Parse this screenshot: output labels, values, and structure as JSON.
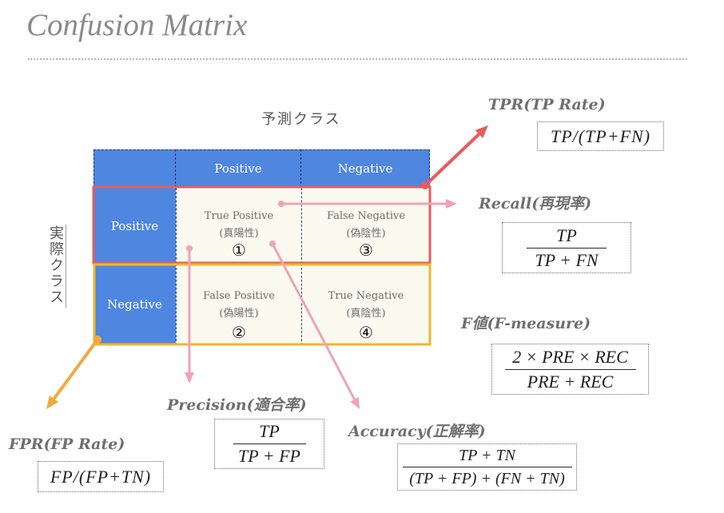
{
  "title": "Confusion Matrix",
  "predicted_class_label": "予測クラス",
  "actual_class_label": "実際クラス",
  "matrix": {
    "predicted_header": {
      "positive": "Positive",
      "negative": "Negative"
    },
    "actual_header": {
      "positive": "Positive",
      "negative": "Negative"
    },
    "cells": {
      "true_positive": {
        "term": "True Positive",
        "japanese": "(真陽性)",
        "marker": "①"
      },
      "false_negative": {
        "term": "False Negative",
        "japanese": "(偽陰性)",
        "marker": "③"
      },
      "false_positive": {
        "term": "False Positive",
        "japanese": "(偽陽性)",
        "marker": "②"
      },
      "true_negative": {
        "term": "True Negative",
        "japanese": "(真陰性)",
        "marker": "④"
      }
    }
  },
  "metrics": {
    "tpr": {
      "label": "TPR(TP Rate)",
      "formula": "TP/(TP+FN)"
    },
    "recall": {
      "label": "Recall(再現率)",
      "numerator": "TP",
      "denominator": "TP + FN"
    },
    "f_measure": {
      "label": "F値(F-measure)",
      "numerator": "2 × PRE × REC",
      "denominator": "PRE + REC"
    },
    "precision": {
      "label": "Precision(適合率)",
      "numerator": "TP",
      "denominator": "TP + FP"
    },
    "accuracy": {
      "label": "Accuracy(正解率)",
      "numerator": "TP + TN",
      "denominator": "(TP + FP) + (FN + TN)"
    },
    "fpr": {
      "label": "FPR(FP Rate)",
      "formula": "FP/(FP+TN)"
    }
  },
  "colors": {
    "header_blue": "#4f86e0",
    "cell_background": "#fafaf0",
    "positive_row_red": "#e95a5c",
    "negative_row_yellow": "#f2b530",
    "pink_arrow": "#efa3b6",
    "fpr_arrow_orange": "#f2a93b",
    "title_gray": "#8a8a8a"
  }
}
